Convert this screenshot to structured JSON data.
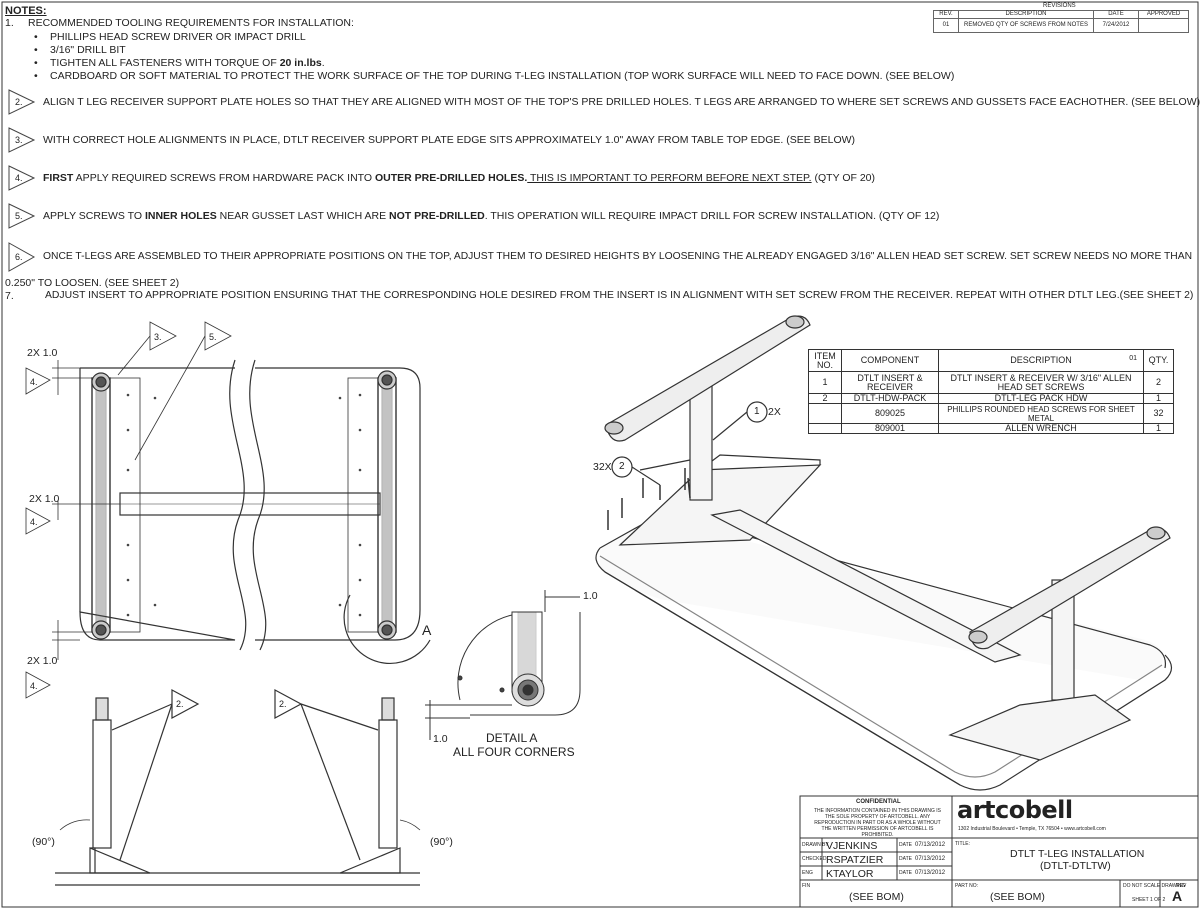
{
  "notes": {
    "title": "NOTES:",
    "items": [
      {
        "num": "1.",
        "text": "RECOMMENDED TOOLING REQUIREMENTS FOR INSTALLATION:"
      },
      {
        "num": "",
        "text": "PHILLIPS HEAD SCREW DRIVER OR IMPACT DRILL"
      },
      {
        "num": "",
        "text": "3/16\" DRILL BIT"
      },
      {
        "num": "",
        "text_a": "TIGHTEN ALL FASTENERS WITH TORQUE OF ",
        "bold": "20 in.lbs",
        "text_b": "."
      },
      {
        "num": "",
        "text": "CARDBOARD OR SOFT MATERIAL TO PROTECT THE WORK SURFACE OF THE TOP DURING T-LEG INSTALLATION (TOP WORK SURFACE WILL NEED TO FACE DOWN. (SEE BELOW)"
      }
    ],
    "step2": "ALIGN T LEG RECEIVER SUPPORT PLATE HOLES SO THAT THEY ARE ALIGNED WITH MOST OF THE TOP'S PRE DRILLED HOLES. T LEGS ARE ARRANGED TO WHERE SET SCREWS AND GUSSETS FACE EACHOTHER. (SEE BELOW)",
    "step3": "WITH CORRECT HOLE ALIGNMENTS IN PLACE, DTLT RECEIVER SUPPORT PLATE EDGE SITS APPROXIMATELY 1.0\" AWAY FROM TABLE TOP EDGE. (SEE BELOW)",
    "step4_a": "FIRST",
    "step4_b": " APPLY REQUIRED SCREWS FROM HARDWARE PACK INTO ",
    "step4_c": "OUTER PRE-DRILLED HOLES.",
    "step4_d": " THIS IS IMPORTANT TO PERFORM BEFORE NEXT STEP.",
    "step4_e": " (QTY OF 20)",
    "step5_a": "APPLY SCREWS TO ",
    "step5_b": "INNER HOLES",
    "step5_c": " NEAR GUSSET LAST WHICH ARE ",
    "step5_d": "NOT PRE-DRILLED",
    "step5_e": ". THIS OPERATION WILL REQUIRE IMPACT DRILL FOR SCREW INSTALLATION. (QTY OF 12)",
    "step6": "ONCE T-LEGS ARE ASSEMBLED TO THEIR APPROPRIATE POSITIONS ON THE TOP, ADJUST THEM TO DESIRED HEIGHTS BY LOOSENING THE ALREADY ENGAGED 3/16\" ALLEN HEAD SET SCREW. SET SCREW NEEDS NO MORE THAN",
    "step6_cont": "0.250\" TO LOOSEN. (SEE SHEET 2)",
    "step7_num": "7.",
    "step7": "ADJUST INSERT TO APPROPRIATE POSITION ENSURING THAT THE CORRESPONDING HOLE DESIRED FROM THE INSERT IS IN ALIGNMENT WITH SET SCREW FROM THE RECEIVER. REPEAT WITH OTHER DTLT LEG.(SEE SHEET 2)"
  },
  "step_flags": [
    "2.",
    "3.",
    "4.",
    "5.",
    "6."
  ],
  "revisions": {
    "title": "REVISIONS",
    "headers": [
      "REV.",
      "DESCRIPTION",
      "DATE",
      "APPROVED"
    ],
    "row": [
      "01",
      "REMOVED QTY OF SCREWS FROM NOTES",
      "7/24/2012",
      ""
    ]
  },
  "bom": {
    "headers": [
      "ITEM NO.",
      "COMPONENT",
      "DESCRIPTION",
      "QTY."
    ],
    "rev_flag": "01",
    "rows": [
      [
        "1",
        "DTLT INSERT & RECEIVER",
        "DTLT INSERT & RECEIVER W/ 3/16\" ALLEN HEAD SET SCREWS",
        "2"
      ],
      [
        "2",
        "DTLT-HDW-PACK",
        "DTLT-LEG PACK HDW",
        "1"
      ],
      [
        "",
        "809025",
        "PHILLIPS ROUNDED HEAD SCREWS FOR SHEET METAL",
        "32"
      ],
      [
        "",
        "809001",
        "ALLEN WRENCH",
        "1"
      ]
    ]
  },
  "callouts": {
    "balloon1": "1",
    "balloon1_qty": "2X",
    "balloon2": "2",
    "balloon2_qty": "32X",
    "flag3": "3.",
    "flag5": "5.",
    "flag4": "4.",
    "flag2": "2.",
    "dim_2x": "2X 1.0",
    "dim_1": "1.0",
    "angle": "90°",
    "detail_letter": "A",
    "detail_title": "DETAIL A",
    "detail_sub": "ALL FOUR CORNERS"
  },
  "title_block": {
    "confidential": "CONFIDENTIAL",
    "conf_text": "THE INFORMATION CONTAINED IN THIS DRAWING IS THE SOLE PROPERTY OF ARTCOBELL. ANY REPRODUCTION IN PART OR AS A WHOLE WITHOUT THE WRITTEN PERMISSION OF ARTCOBELL IS PROHIBITED.",
    "logo": "artcobell",
    "address": "1302 Industrial Boulevard • Temple, TX 76504 • www.artcobell.com",
    "drawn_label": "DRAWN BY",
    "drawn": "VJENKINS",
    "checked_label": "CHECKED",
    "checked": "RSPATZIER",
    "eng_label": "ENG",
    "eng": "KTAYLOR",
    "date_label": "DATE",
    "date1": "07/13/2012",
    "date2": "07/13/2012",
    "date3": "07/13/2012",
    "title_label": "TITLE:",
    "title1": "DTLT T-LEG INSTALLATION",
    "title2": "(DTLT-DTLTW)",
    "fin_label": "FIN",
    "fin": "(SEE BOM)",
    "part_label": "PART NO:",
    "part": "(SEE BOM)",
    "scale": "DO NOT SCALE DRAWING",
    "sheet": "SHEET 1 OF 2",
    "rev_label": "REV",
    "rev": "A"
  }
}
